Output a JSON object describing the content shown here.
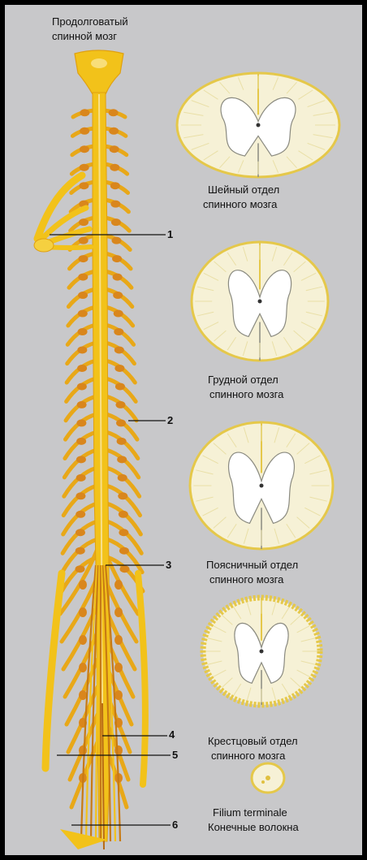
{
  "title": {
    "line1": "Продолговатый",
    "line2": "спинной мозг"
  },
  "sections": [
    {
      "line1": "Шейный отдел",
      "line2": "спинного мозга"
    },
    {
      "line1": "Грудной отдел",
      "line2": "спинного мозга"
    },
    {
      "line1": "Поясничный отдел",
      "line2": "спинного мозга"
    },
    {
      "line1": "Крестцовый отдел",
      "line2": "спинного мозга"
    },
    {
      "line1": "Filium terminale",
      "line2": "Конечные волокна"
    }
  ],
  "markers": [
    "1",
    "2",
    "3",
    "4",
    "5",
    "6"
  ],
  "colors": {
    "background": "#c8c8ca",
    "cord": "#f2c21a",
    "nerve": "#e8a818",
    "ganglion": "#d9861c",
    "section_fill": "#f6f1d6",
    "section_outline": "#e5c84a"
  }
}
